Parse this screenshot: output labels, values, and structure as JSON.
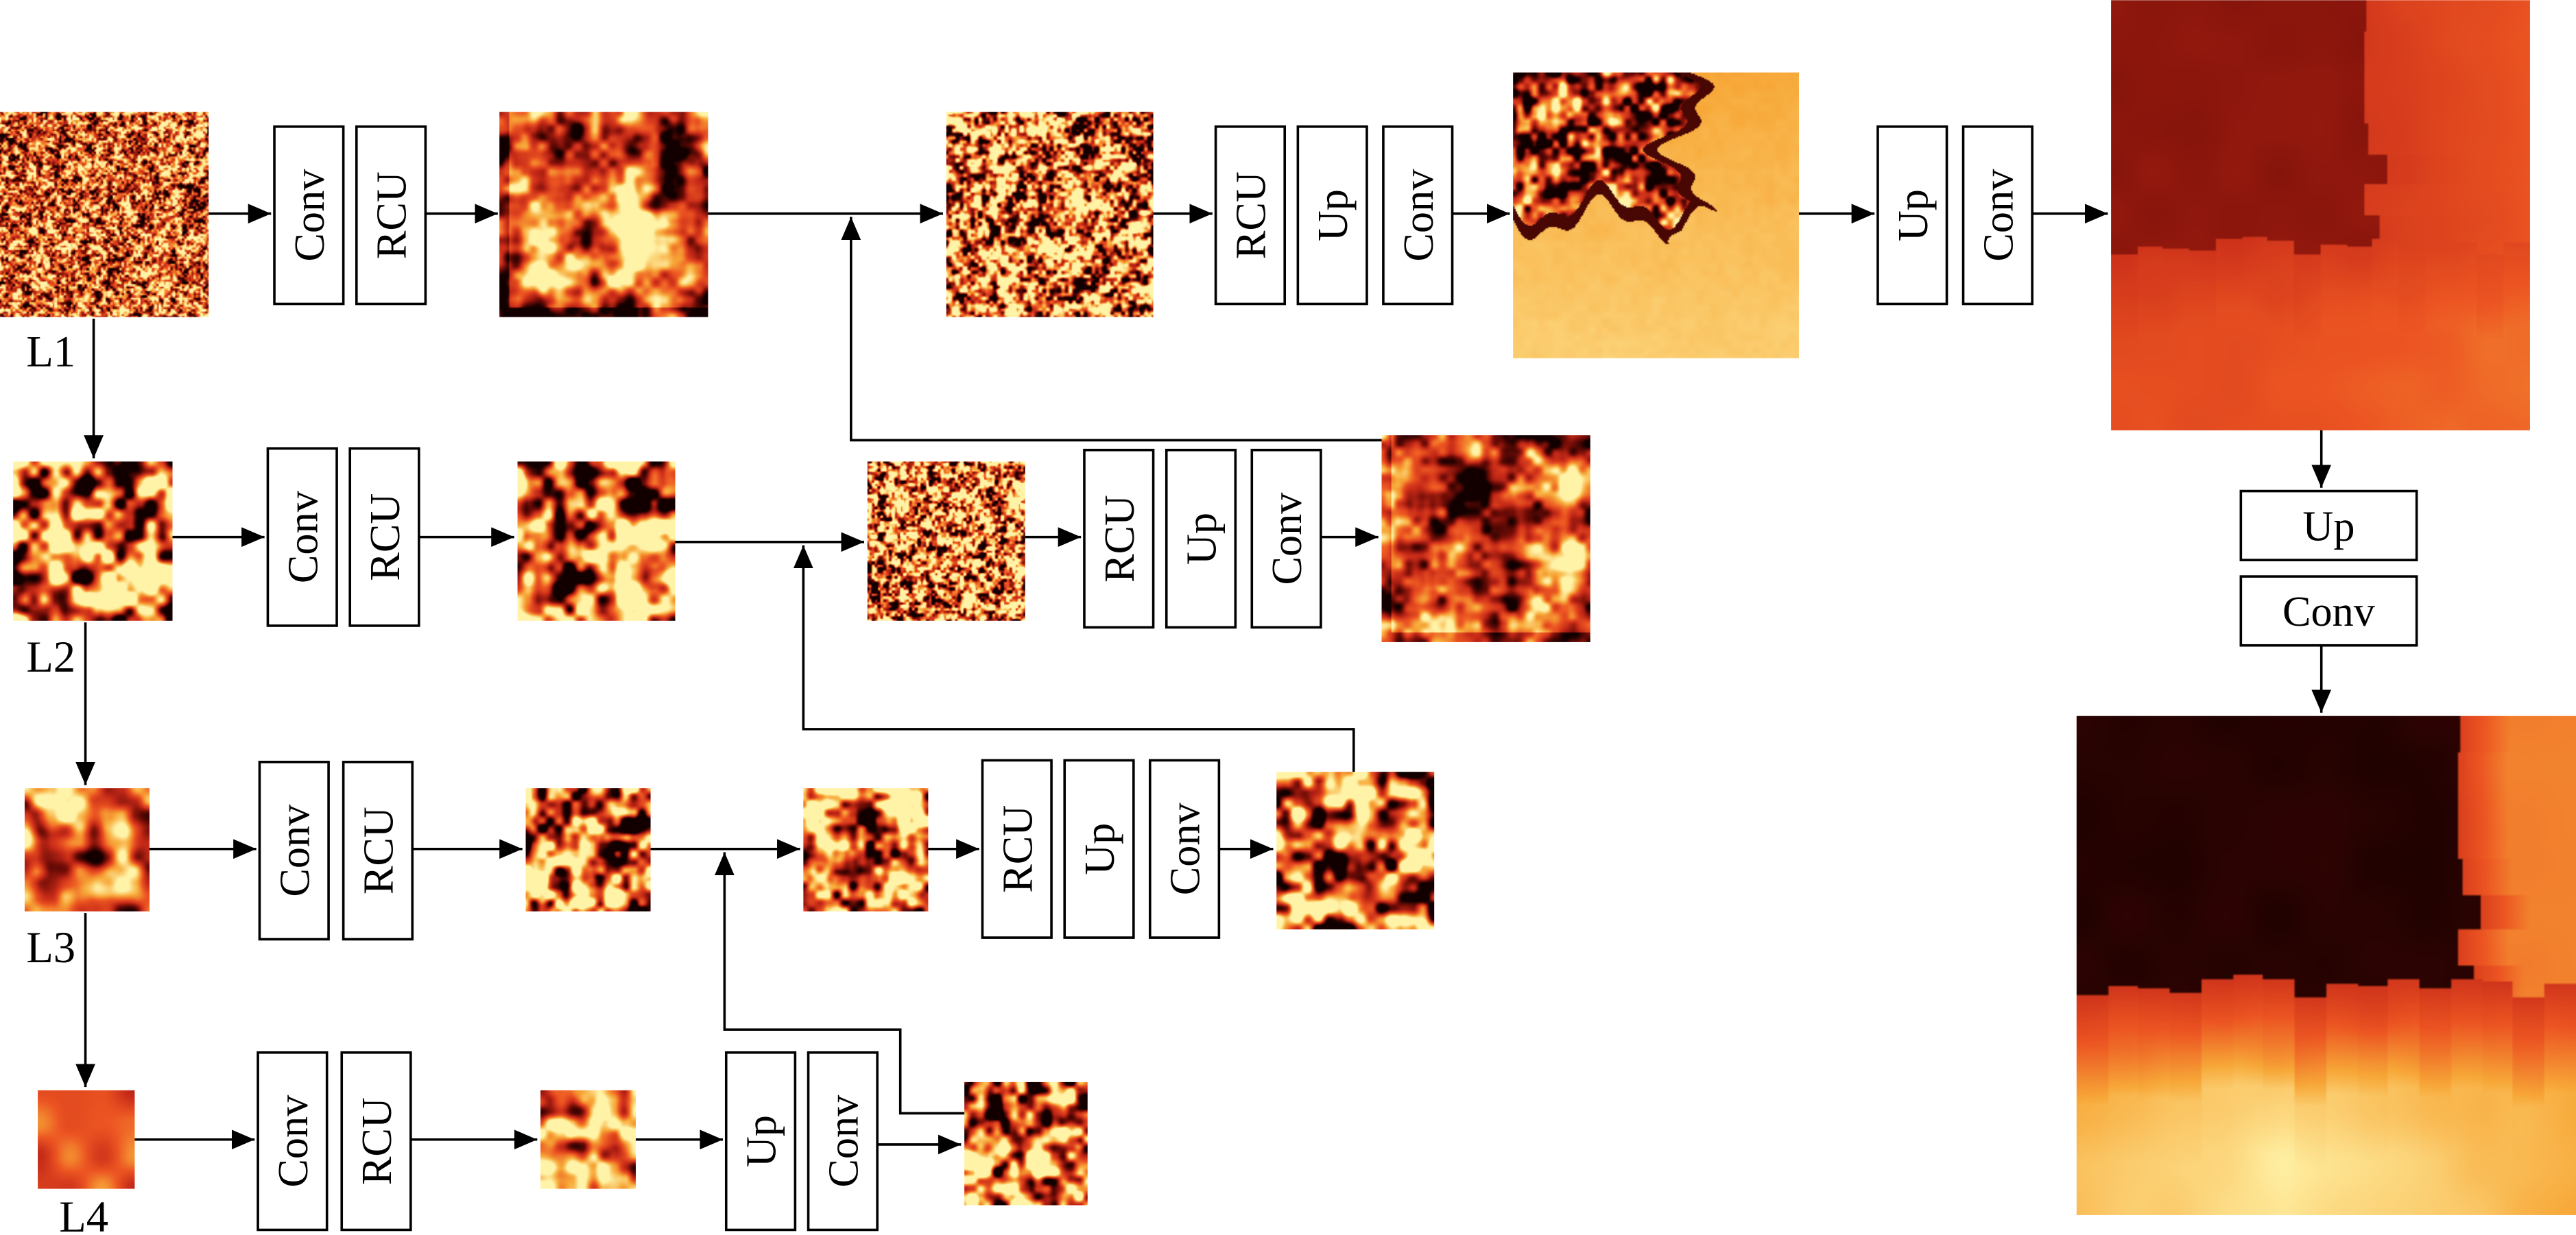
{
  "levels": [
    "L1",
    "L2",
    "L3",
    "L4"
  ],
  "ops": {
    "conv": "Conv",
    "rcu": "RCU",
    "up": "Up"
  },
  "colors": {
    "background": "#ffffff",
    "line": "#000000",
    "heatmap_colormap": [
      "#120000",
      "#6e0c06",
      "#c62a18",
      "#ec5522",
      "#f7a838",
      "#fff3a8"
    ]
  }
}
